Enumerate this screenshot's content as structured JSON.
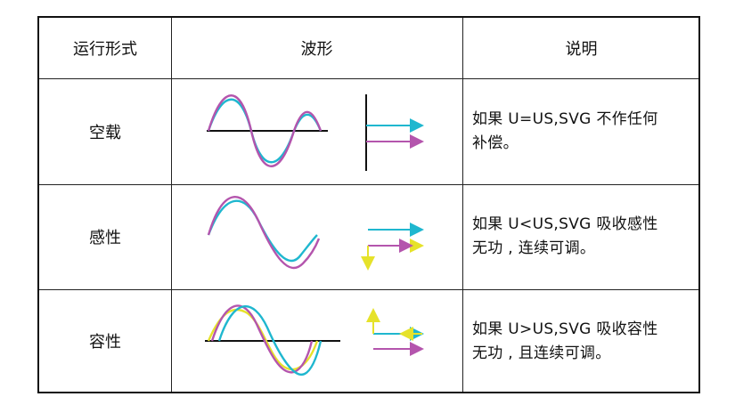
{
  "header": {
    "mode": "运行形式",
    "waveform": "波形",
    "explain": "说明"
  },
  "rows": [
    {
      "mode": "空载",
      "desc_line1": "如果 U=US,SVG 不作任何",
      "desc_line2": "补偿。"
    },
    {
      "mode": "感性",
      "desc_line1": "如果 U<US,SVG 吸收感性",
      "desc_line2": "无功 , 连续可调。"
    },
    {
      "mode": "容性",
      "desc_line1": "如果 U>US,SVG 吸收容性",
      "desc_line2": "无功 , 且连续可调。"
    }
  ],
  "colors": {
    "magenta": "#b455ad",
    "cyan": "#1fb7cf",
    "yellow": "#e6e22a",
    "line": "#111111"
  }
}
